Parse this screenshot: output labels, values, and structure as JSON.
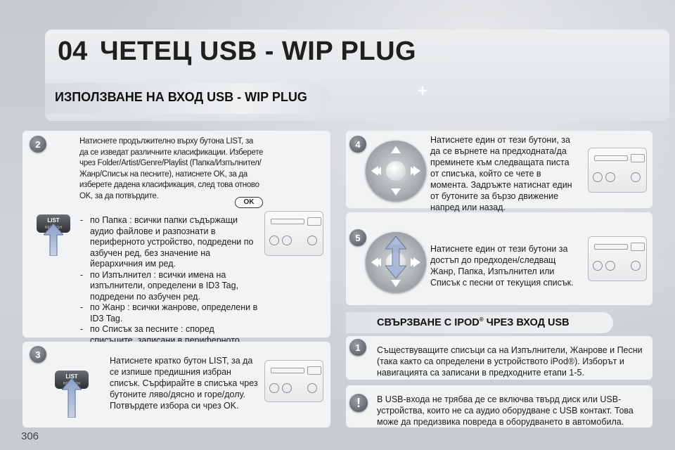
{
  "header": {
    "chapter": "04",
    "title": "ЧЕТЕЦ USB - WIP PLUG",
    "section": "ИЗПОЛЗВАНЕ НА ВХОД USB - WIP PLUG"
  },
  "step2": {
    "badge": "2",
    "intro": "Натиснете продължително върху бутона LIST, за да се изведат различните класификации. Изберете чрез Folder/Artist/Genre/Playlist (Папка/Изпълнител/Жанр/Списък на песните), натиснете OK, за да изберете дадена класификация, след това отново OK, за да потвърдите.",
    "ok_label": "OK",
    "list_label": "LIST",
    "list_sub": "REFRESH",
    "bullets": [
      "по Папка : всички папки съдържащи аудио файлове и разпознати в периферното устройство, подредени по азбучен ред, без значение на йерархичния им ред.",
      "по Изпълнител : всички имена на изпълнители, определени в ID3 Tag, подредени по азбучен ред.",
      "по Жанр : всички жанрове, определени в ID3 Tag.",
      "по Списък за песните : според списъците, записани в периферното USB-устройство."
    ]
  },
  "step3": {
    "badge": "3",
    "text": "Натиснете кратко бутон LIST, за да се изпише предишния избран списък. Сърфирайте в списъка чрез бутоните ляво/дясно и горе/долу. Потвърдете избора си чрез OK.",
    "list_label": "LIST",
    "list_sub": "REFRESH"
  },
  "step4": {
    "badge": "4",
    "text": "Натиснете един от тези бутони, за да се върнете на предходната/да преминете към следващата писта от списъка, който се чете в момента. Задръжте натиснат един от бутоните за бързо движение напред или назад."
  },
  "step5": {
    "badge": "5",
    "text": "Натиснете един от тези бутони за достъп до предходен/следващ Жанр, Папка, Изпълнител или Списък с песни от текущия списък."
  },
  "ipod": {
    "title_pre": "СВЪРЗВАНЕ С IPOD",
    "title_sup": "®",
    "title_post": " ЧРЕЗ ВХОД USB",
    "badge": "1",
    "text": "Съществуващите списъци са на Изпълнители, Жанрове и Песни (така както са определени в устройството iPod®). Изборът и навигацията са записани в предходните етапи 1-5."
  },
  "note": {
    "icon": "!",
    "text": "В USB-входа не трябва де се включва твърд диск или USB-устройства, които не са аудио оборудване с USB контакт. Това може да предизвика повреда в оборудването в автомобила."
  },
  "footer": {
    "page": "306"
  },
  "colors": {
    "badge": "#6b7177",
    "panel": "#f2f3f4",
    "background": "#c8ccd0"
  }
}
